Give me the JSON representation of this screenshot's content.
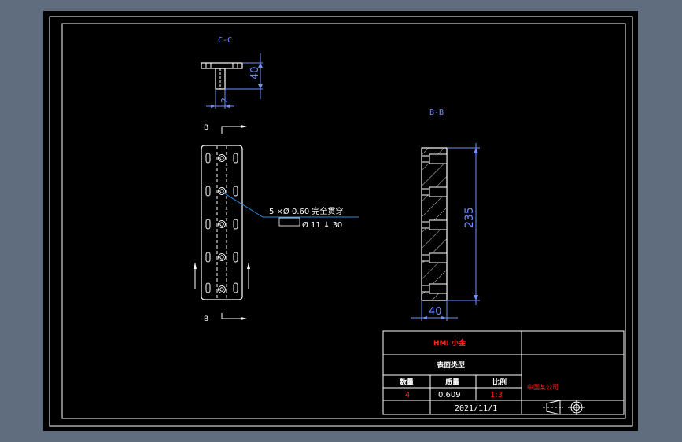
{
  "colors": {
    "background": "#5f6d7f",
    "sheet": "#000000",
    "line": "#ffffff",
    "dimension": "#6f8fff",
    "leader": "#2a8be0",
    "hatch": "#ffffff",
    "red_text": "#ff2020"
  },
  "section_cc": {
    "label": "C-C",
    "height_dim": "40",
    "width_dim": "2"
  },
  "section_bb": {
    "label": "B-B",
    "height_dim": "235",
    "width_dim": "40"
  },
  "plan_view": {
    "cut_label_top": "B",
    "cut_label_bottom": "B",
    "callout_line1": "5 ×Ø  0.60 完全贯穿",
    "callout_line2": "Ø  11 ↓ 30"
  },
  "title_block": {
    "part_name": "HMI 小金",
    "material_type": "表面类型",
    "qty_label": "数量",
    "weight_label": "质量",
    "scale_label": "比例",
    "qty_value": "4",
    "weight_value": "0.609",
    "scale_value": "1:3",
    "company": "中国某公司",
    "date": "2021/11/1"
  }
}
